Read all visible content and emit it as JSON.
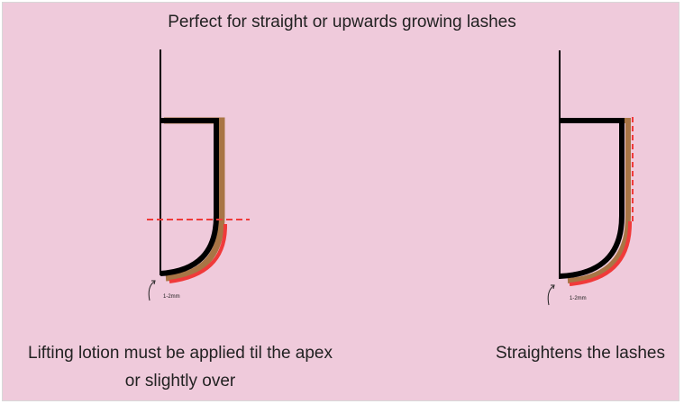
{
  "title": "Perfect for straight or upwards growing lashes",
  "left_panel": {
    "caption": "Lifting lotion must be applied til the apex or slightly over",
    "measure_label": "1-2mm"
  },
  "right_panel": {
    "caption": "Straightens the lashes",
    "measure_label": "1-2mm"
  },
  "colors": {
    "background": "#efcadb",
    "rod": "#000000",
    "lash": "#a87545",
    "lotion": "#f03a3a",
    "dashed_line": "#f03a3a"
  }
}
